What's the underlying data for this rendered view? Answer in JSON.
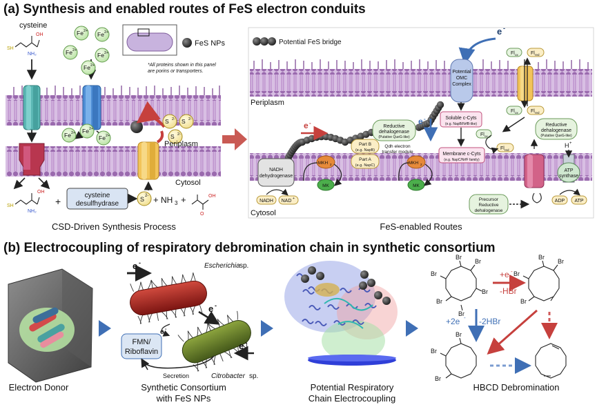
{
  "panel_a": {
    "title": "(a) Synthesis and enabled routes of FeS electron conduits",
    "left": {
      "cysteine_top": "cysteine",
      "fe": "Fe",
      "fe_charge": "2+",
      "fes_nps": "FeS NPs",
      "note_line1": "*All proteins shown in this panel",
      "note_line2": "are porins or transporters.",
      "periplasm": "Periplasm",
      "cytosol": "Cytosol",
      "s": "S",
      "s_charge": "2-",
      "enzyme_line1": "cysteine",
      "enzyme_line2": "desulfhydrase",
      "plus": "+",
      "nh3": "NH",
      "nh3_sub": "3",
      "caption": "CSD-Driven Synthesis Process"
    },
    "right": {
      "bridge_legend": "Potential FeS bridge",
      "electron": "e",
      "electron_sup": "-",
      "periplasm": "Periplasm",
      "cytosol": "Cytosol",
      "omc_line1": "Potential",
      "omc_line2": "OMC",
      "omc_line3": "Complex",
      "soluble_cyts": "Soluble  c-Cyts",
      "soluble_cyts_sub": "(e.g. NapB/NrfB-like)",
      "membrane_cyts": "Membrane  c-Cyts",
      "membrane_cyts_sub": "(e.g. NapC/NrfF family)",
      "reductive_dehal_line1": "Reductive",
      "reductive_dehal_line2": "dehalogenase",
      "reductive_dehal_sub": "(Putative QueG-like)",
      "part_b": "Part B",
      "part_b_sub": "(e.g. NapB)",
      "part_a": "Part A",
      "part_a_sub": "(e.g. NapC)",
      "qdh_line1": "Qdh electron",
      "qdh_line2": "transfer module",
      "nadh_dh_line1": "NADH",
      "nadh_dh_line2": "dehydrogenase",
      "mkh2": "MKH",
      "mkh2_sub": "2",
      "mk": "MK",
      "nadh": "NADH",
      "nad": "NAD",
      "nad_sup": "+",
      "fl_ox": "Fl",
      "fl_ox_sub": "ox",
      "fl_red": "Fl",
      "fl_red_sub": "red",
      "reductive_dehal2_line1": "Reductive",
      "reductive_dehal2_line2": "dehalogenase",
      "reductive_dehal2_sub": "(Putative QueG-like)",
      "precursor_line1": "Precursor",
      "precursor_line2": "Reductive",
      "precursor_line3": "dehalogenase",
      "h_plus": "H",
      "h_plus_sup": "+",
      "atp_line1": "ATP",
      "atp_line2": "synthase",
      "adp": "ADP",
      "atp": "ATP",
      "caption": "FeS-enabled Routes"
    }
  },
  "panel_b": {
    "title": "(b) Electrocoupling of respiratory debromination chain in synthetic consortium",
    "electron_donor": "Electron Donor",
    "electron": "e",
    "electron_sup": "-",
    "escherichia": "Escherichia",
    "sp": "sp.",
    "citrobacter": "Citrobacter",
    "fmn_line1": "FMN/",
    "fmn_line2": "Riboflavin",
    "secretion": "Secretion",
    "consortium_line1": "Synthetic Consortium",
    "consortium_line2": "with FeS NPs",
    "chain_line1": "Potential Respiratory",
    "chain_line2": "Chain Electrocoupling",
    "br": "Br",
    "step1_top": "+e",
    "step1_bottom": "-HBr",
    "step2_a": "+2e",
    "step2_b": "-2HBr",
    "hbcd_caption": "HBCD Debromination"
  },
  "colors": {
    "membrane": "#c9a3d6",
    "head": "#8a5a9e",
    "arrow_blue": "#3f6fb5",
    "arrow_red": "#c6403d",
    "panel_arrow": "#c95a54"
  }
}
